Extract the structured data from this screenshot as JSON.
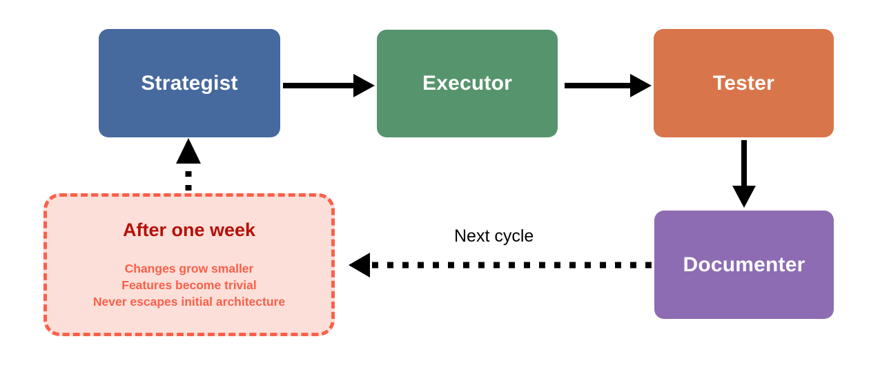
{
  "diagram": {
    "type": "flowchart",
    "title": "",
    "nodes": [
      {
        "id": "strategist",
        "label": "Strategist",
        "color": "#46699e",
        "text_color": "#ffffff"
      },
      {
        "id": "executor",
        "label": "Executor",
        "color": "#56946d",
        "text_color": "#ffffff"
      },
      {
        "id": "tester",
        "label": "Tester",
        "color": "#d9754b",
        "text_color": "#ffffff"
      },
      {
        "id": "documenter",
        "label": "Documenter",
        "color": "#8d6cb3",
        "text_color": "#ffffff"
      }
    ],
    "callout": {
      "title": "After one week",
      "title_color": "#b41007",
      "border_color": "#f9604a",
      "fill_color": "#fcdfd9",
      "lines": [
        "Changes grow smaller",
        "Features become trivial",
        "Never escapes initial architecture"
      ]
    },
    "edges": [
      {
        "id": "strategist-to-executor",
        "from": "strategist",
        "to": "executor",
        "style": "solid",
        "label": ""
      },
      {
        "id": "executor-to-tester",
        "from": "executor",
        "to": "tester",
        "style": "solid",
        "label": ""
      },
      {
        "id": "tester-to-documenter",
        "from": "tester",
        "to": "documenter",
        "style": "solid",
        "label": ""
      },
      {
        "id": "documenter-to-callout",
        "from": "documenter",
        "to": "callout",
        "style": "dotted",
        "label": "Next cycle"
      },
      {
        "id": "callout-to-strategist",
        "from": "callout",
        "to": "strategist",
        "style": "dashed",
        "label": ""
      }
    ],
    "edge_color": "#000000"
  }
}
